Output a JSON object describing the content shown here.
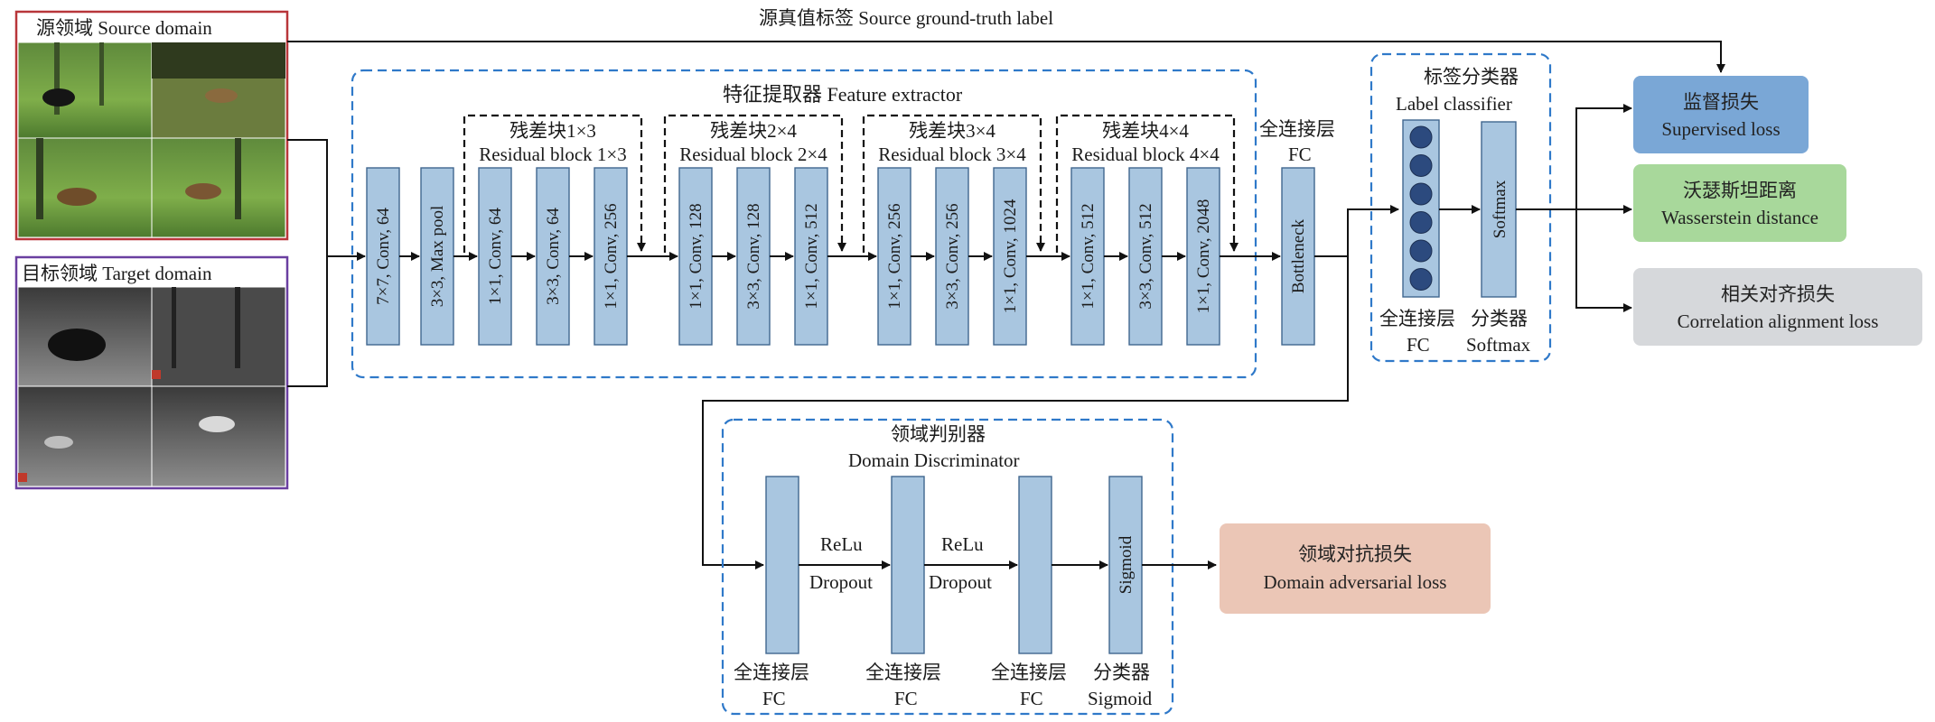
{
  "source_domain": {
    "label": "源领域 Source domain",
    "frame_color": "#b8363a",
    "images": [
      "bear",
      "deer",
      "deer",
      "deer"
    ]
  },
  "target_domain": {
    "label": "目标领域 Target domain",
    "frame_color": "#6a3fa0",
    "images": [
      "bear",
      "forest",
      "wolf",
      "deer"
    ]
  },
  "top_arrow_label": "源真值标签 Source ground-truth label",
  "feature_extractor": {
    "title": "特征提取器 Feature extractor",
    "head_blocks": [
      "7×7, Conv, 64",
      "3×3, Max pool"
    ],
    "residual_groups": [
      {
        "cn": "残差块1×3",
        "en": "Residual block 1×3",
        "blocks": [
          "1×1, Conv, 64",
          "3×3, Conv, 64",
          "1×1, Conv, 256"
        ]
      },
      {
        "cn": "残差块2×4",
        "en": "Residual block 2×4",
        "blocks": [
          "1×1, Conv, 128",
          "3×3, Conv, 128",
          "1×1, Conv, 512"
        ]
      },
      {
        "cn": "残差块3×4",
        "en": "Residual block 3×4",
        "blocks": [
          "1×1, Conv, 256",
          "3×3, Conv, 256",
          "1×1, Conv, 1024"
        ]
      },
      {
        "cn": "残差块4×4",
        "en": "Residual block 4×4",
        "blocks": [
          "1×1, Conv, 512",
          "3×3, Conv, 512",
          "1×1, Conv, 2048"
        ]
      }
    ],
    "fc_cn": "全连接层",
    "fc_en": "FC",
    "bottleneck": "Bottleneck"
  },
  "label_classifier": {
    "title_cn": "标签分类器",
    "title_en": "Label classifier",
    "fc_cn": "全连接层",
    "fc_en": "FC",
    "softmax_block": "Softmax",
    "cls_cn": "分类器",
    "cls_en": "Softmax",
    "neuron_color": "#2c4a7e"
  },
  "outputs": [
    {
      "cn": "监督损失",
      "en": "Supervised loss",
      "color": "#7aa7d6"
    },
    {
      "cn": "沃瑟斯坦距离",
      "en": "Wasserstein distance",
      "color": "#a8d89b"
    },
    {
      "cn": "相关对齐损失",
      "en": "Correlation alignment loss",
      "color": "#d6d8db"
    }
  ],
  "discriminator": {
    "title_cn": "领域判别器",
    "title_en": "Domain Discriminator",
    "activation1": "ReLu",
    "dropout1": "Dropout",
    "activation2": "ReLu",
    "dropout2": "Dropout",
    "sigmoid_block": "Sigmoid",
    "fc_labels": [
      {
        "cn": "全连接层",
        "en": "FC"
      },
      {
        "cn": "全连接层",
        "en": "FC"
      },
      {
        "cn": "全连接层",
        "en": "FC"
      }
    ],
    "cls_cn": "分类器",
    "cls_en": "Sigmoid"
  },
  "adversarial_loss": {
    "cn": "领域对抗损失",
    "en": "Domain adversarial loss",
    "color": "#ebc6b6"
  },
  "accent_blue": "#2f79c9",
  "block_fill": "#a9c6e0"
}
